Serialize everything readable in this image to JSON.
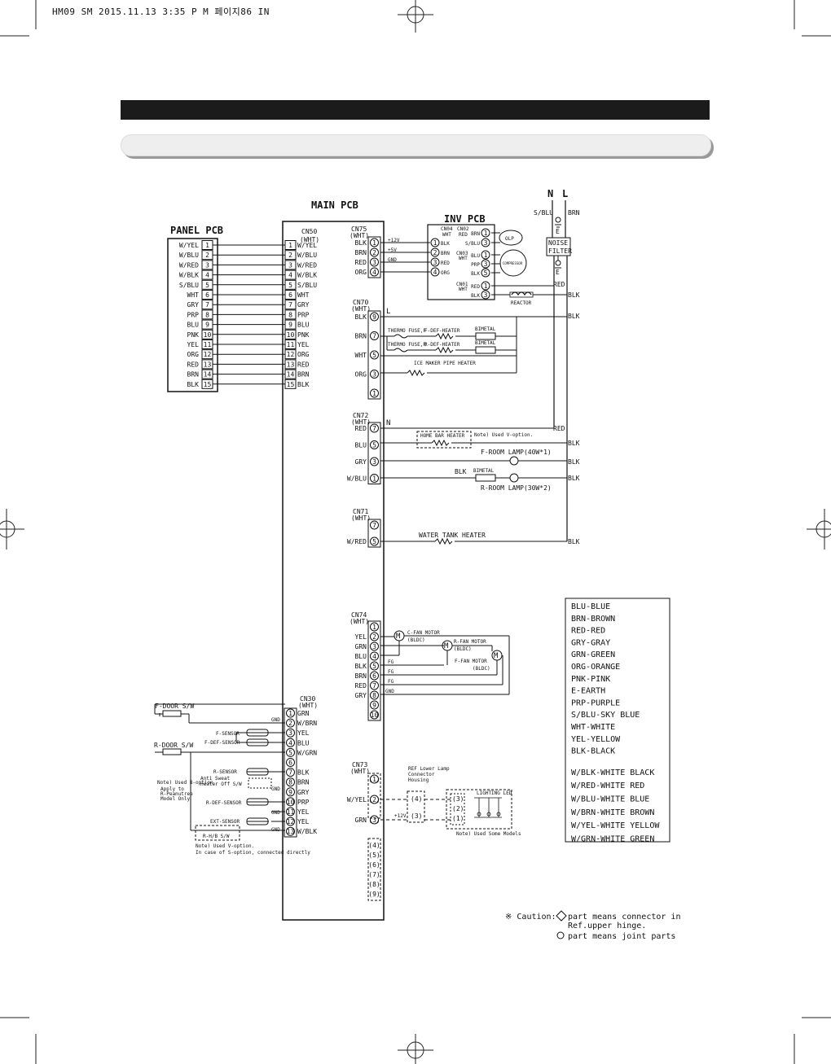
{
  "header": {
    "text": "HM09 SM  2015.11.13 3:35 P M 페이지86   IN"
  },
  "main_pcb": {
    "title": "MAIN PCB"
  },
  "panel_pcb": {
    "title": "PANEL PCB",
    "pins": [
      {
        "n": "1",
        "label": "W/YEL"
      },
      {
        "n": "2",
        "label": "W/BLU"
      },
      {
        "n": "3",
        "label": "W/RED"
      },
      {
        "n": "4",
        "label": "W/BLK"
      },
      {
        "n": "5",
        "label": "S/BLU"
      },
      {
        "n": "6",
        "label": "WHT"
      },
      {
        "n": "7",
        "label": "GRY"
      },
      {
        "n": "8",
        "label": "PRP"
      },
      {
        "n": "9",
        "label": "BLU"
      },
      {
        "n": "10",
        "label": "PNK"
      },
      {
        "n": "11",
        "label": "YEL"
      },
      {
        "n": "12",
        "label": "ORG"
      },
      {
        "n": "13",
        "label": "RED"
      },
      {
        "n": "14",
        "label": "BRN"
      },
      {
        "n": "15",
        "label": "BLK"
      }
    ]
  },
  "cn50": {
    "name": "CN50",
    "color": "(WHT)",
    "pins": [
      {
        "n": "1",
        "label": "W/YEL"
      },
      {
        "n": "2",
        "label": "W/BLU"
      },
      {
        "n": "3",
        "label": "W/RED"
      },
      {
        "n": "4",
        "label": "W/BLK"
      },
      {
        "n": "5",
        "label": "S/BLU"
      },
      {
        "n": "6",
        "label": "WHT"
      },
      {
        "n": "7",
        "label": "GRY"
      },
      {
        "n": "8",
        "label": "PRP"
      },
      {
        "n": "9",
        "label": "BLU"
      },
      {
        "n": "10",
        "label": "PNK"
      },
      {
        "n": "11",
        "label": "YEL"
      },
      {
        "n": "12",
        "label": "ORG"
      },
      {
        "n": "13",
        "label": "RED"
      },
      {
        "n": "14",
        "label": "BRN"
      },
      {
        "n": "15",
        "label": "BLK"
      }
    ]
  },
  "cn75": {
    "name": "CN75",
    "color": "(WHT)",
    "pins": [
      {
        "n": "1",
        "label": "BLK",
        "sig": "+12V"
      },
      {
        "n": "2",
        "label": "BRN",
        "sig": "+5V"
      },
      {
        "n": "3",
        "label": "RED",
        "sig": "GND"
      },
      {
        "n": "4",
        "label": "ORG",
        "sig": ""
      }
    ]
  },
  "inv_pcb": {
    "title": "INV PCB",
    "cn04": "CN04",
    "cn04_color": "WHT",
    "cn04_pins": [
      {
        "n": "1",
        "label": "BLK"
      },
      {
        "n": "2",
        "label": "BRN"
      },
      {
        "n": "3",
        "label": "RED"
      },
      {
        "n": "4",
        "label": "ORG"
      }
    ],
    "cn02": "CN02",
    "cn02_color": "RED",
    "cn02_pins": [
      {
        "n": "1",
        "label": "BRN"
      },
      {
        "n": "3",
        "label": "S/BLU"
      }
    ],
    "cn03": "CN03",
    "cn03_color": "WHT",
    "cn03_pins": [
      {
        "n": "1",
        "label": "BLU"
      },
      {
        "n": "3",
        "label": "PRP"
      },
      {
        "n": "5",
        "label": "BLK"
      }
    ],
    "cn01": "CN01",
    "cn01_color": "WHT",
    "cn01_pins": [
      {
        "n": "1",
        "label": "RED"
      },
      {
        "n": "3",
        "label": "BLK"
      }
    ],
    "olp": "OLP",
    "compressor": "COMPRESSOR",
    "reactor": "REACTOR"
  },
  "power": {
    "n": "N",
    "l": "L",
    "s_blu": "S/BLU",
    "brn": "BRN",
    "noise_filter_1": "NOISE",
    "noise_filter_2": "FILTER",
    "e": "E",
    "red": "RED",
    "blk": "BLK"
  },
  "cn70": {
    "name": "CN70",
    "color": "(WHT)",
    "pins": [
      {
        "n": "9",
        "label": "BLK"
      },
      {
        "n": "7",
        "label": "BRN"
      },
      {
        "n": "5",
        "label": "WHT"
      },
      {
        "n": "3",
        "label": "ORG"
      },
      {
        "n": "1",
        "label": ""
      }
    ],
    "l_label": "L",
    "thermo_f": "THERMO FUSE,F",
    "f_def_heater": "F-DEF-HEATER",
    "thermo_r": "THERMO FUSE,R",
    "r_def_heater": "R-DEF-HEATER",
    "bimetal": "BIMETAL",
    "ice_maker": "ICE MAKER PIPE HEATER"
  },
  "cn72": {
    "name": "CN72",
    "color": "(WHT)",
    "pins": [
      {
        "n": "7",
        "label": "RED"
      },
      {
        "n": "5",
        "label": "BLU"
      },
      {
        "n": "3",
        "label": "GRY"
      },
      {
        "n": "1",
        "label": "W/BLU"
      }
    ],
    "n_label": "N",
    "home_bar": "HOME BAR HEATER",
    "note_v": "Note) Used V-option.",
    "f_room_lamp": "F-ROOM LAMP(40W*1)",
    "r_room_lamp": "R-ROOM LAMP(30W*2)",
    "bimetal": "BIMETAL",
    "blk": "BLK"
  },
  "cn71": {
    "name": "CN71",
    "color": "(WHT)",
    "pins": [
      {
        "n": "7",
        "label": ""
      },
      {
        "n": "5",
        "label": "W/RED"
      }
    ],
    "water_tank": "WATER TANK HEATER"
  },
  "cn74": {
    "name": "CN74",
    "color": "(WHT)",
    "pins": [
      {
        "n": "1",
        "label": ""
      },
      {
        "n": "2",
        "label": "YEL"
      },
      {
        "n": "3",
        "label": "GRN"
      },
      {
        "n": "4",
        "label": "BLU"
      },
      {
        "n": "5",
        "label": "BLK"
      },
      {
        "n": "6",
        "label": "BRN"
      },
      {
        "n": "7",
        "label": "RED"
      },
      {
        "n": "8",
        "label": "GRY"
      },
      {
        "n": "9",
        "label": ""
      },
      {
        "n": "10",
        "label": ""
      }
    ],
    "c_fan": "C-FAN MOTOR",
    "r_fan": "R-FAN MOTOR",
    "f_fan": "F-FAN MOTOR",
    "bldc": "(BLDC)",
    "fg": "FG",
    "gnd": "GND",
    "m": "M"
  },
  "cn30": {
    "name": "CN30",
    "color": "(WHT)",
    "pins": [
      {
        "n": "1",
        "label": "GRN"
      },
      {
        "n": "2",
        "label": "W/BRN"
      },
      {
        "n": "3",
        "label": "YEL"
      },
      {
        "n": "4",
        "label": "BLU"
      },
      {
        "n": "5",
        "label": "W/GRN"
      },
      {
        "n": "6",
        "label": ""
      },
      {
        "n": "7",
        "label": "BLK"
      },
      {
        "n": "8",
        "label": "BRN"
      },
      {
        "n": "9",
        "label": "GRY"
      },
      {
        "n": "10",
        "label": "PRP"
      },
      {
        "n": "11",
        "label": "YEL"
      },
      {
        "n": "12",
        "label": "YEL"
      },
      {
        "n": "13",
        "label": "W/BLK"
      }
    ],
    "f_door": "F-DOOR S/W",
    "r_door": "R-DOOR S/W",
    "f_sensor": "F-SENSOR",
    "f_def_sensor": "F-DEF-SENSOR",
    "r_sensor": "R-SENSOR",
    "r_def_sensor": "R-DEF-SENSOR",
    "ext_sensor": "EXT-SENSOR",
    "rhb": "R-H/B S/W",
    "anti_sweat_1": "Anti Sweat",
    "anti_sweat_2": "Heater Off S/W",
    "note_b_1": "Note) Used B-option",
    "note_b_2": "Apply to",
    "note_b_3": "R-Peanutree",
    "note_b_4": "Model Only",
    "note_v_1": "Note) Used V-option.",
    "note_v_2": "In case of S-option, connected directly",
    "gnd": "GND"
  },
  "cn73": {
    "name": "CN73",
    "color": "(WHT)",
    "pins": [
      {
        "n": "(1)",
        "label": ""
      },
      {
        "n": "(2)",
        "label": "W/YEL"
      },
      {
        "n": "(3)",
        "label": "GRN"
      },
      {
        "n": "(4)",
        "label": ""
      },
      {
        "n": "(5)",
        "label": ""
      },
      {
        "n": "(6)",
        "label": ""
      },
      {
        "n": "(7)",
        "label": ""
      },
      {
        "n": "(8)",
        "label": ""
      },
      {
        "n": "(9)",
        "label": ""
      }
    ],
    "ref_lamp_1": "REF Lower Lamp",
    "ref_lamp_2": "Connector",
    "ref_lamp_3": "Housing",
    "housing_pins": [
      "(4)",
      "(3)"
    ],
    "led_pins": [
      "(3)",
      "(2)",
      "(1)"
    ],
    "plus12": "+12V",
    "lighting_led": "LIGHTING LED",
    "note_some": "Note) Used Some Models"
  },
  "legend": [
    "BLU-BLUE",
    "BRN-BROWN",
    "RED-RED",
    "GRY-GRAY",
    "GRN-GREEN",
    "ORG-ORANGE",
    "PNK-PINK",
    "E-EARTH",
    "PRP-PURPLE",
    "S/BLU-SKY BLUE",
    "WHT-WHITE",
    "YEL-YELLOW",
    "BLK-BLACK",
    "W/BLK-WHITE BLACK",
    "W/RED-WHITE RED",
    "W/BLU-WHITE BLUE",
    "W/BRN-WHITE BROWN",
    "W/YEL-WHITE YELLOW",
    "W/GRN-WHITE GREEN"
  ],
  "caution": {
    "mark": "※ Caution:",
    "line1": "part means connector in",
    "line2": "Ref.upper hinge.",
    "line3": "part means joint parts"
  }
}
